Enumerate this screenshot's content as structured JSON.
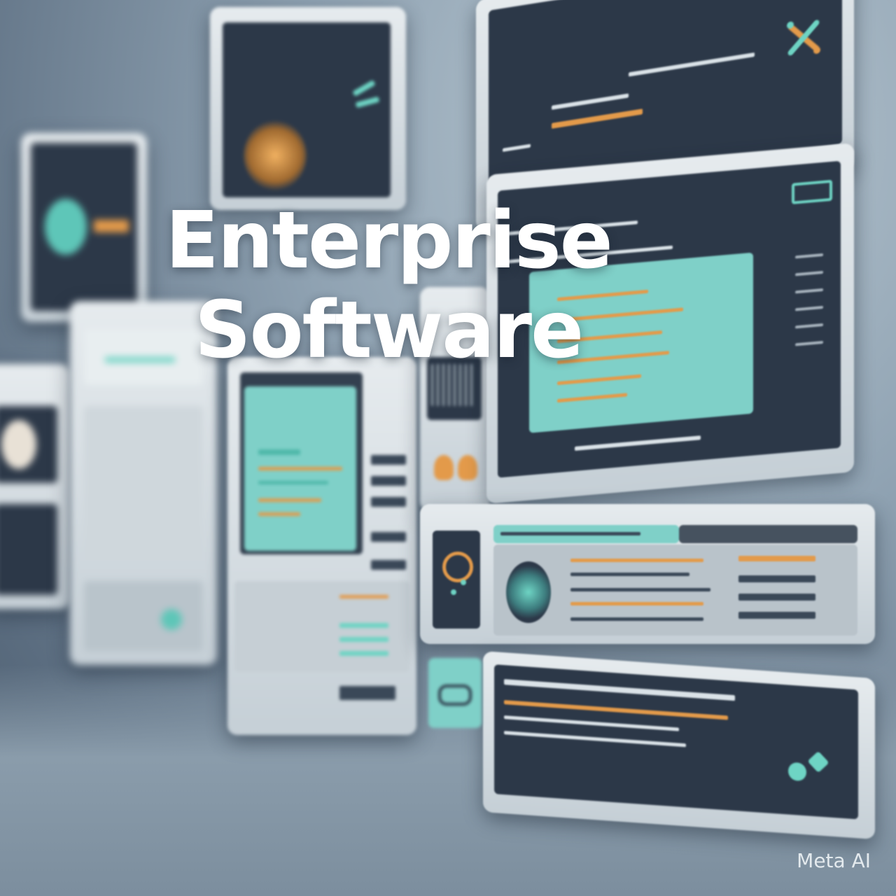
{
  "headline": {
    "line1": "Enterprise",
    "line2": "Software"
  },
  "watermark": "Meta AI",
  "colors": {
    "background": "#7f94a6",
    "panel_frame": "#d9e0e5",
    "screen": "#2c3848",
    "accent_teal": "#7fd0c8",
    "accent_orange": "#e39a4a",
    "headline_text": "#ffffff"
  },
  "icons": [
    "sparkle-icon",
    "cursor-icon",
    "gear-icon",
    "lightbulb-icon",
    "globe-icon",
    "star-icon",
    "shape-icon"
  ]
}
